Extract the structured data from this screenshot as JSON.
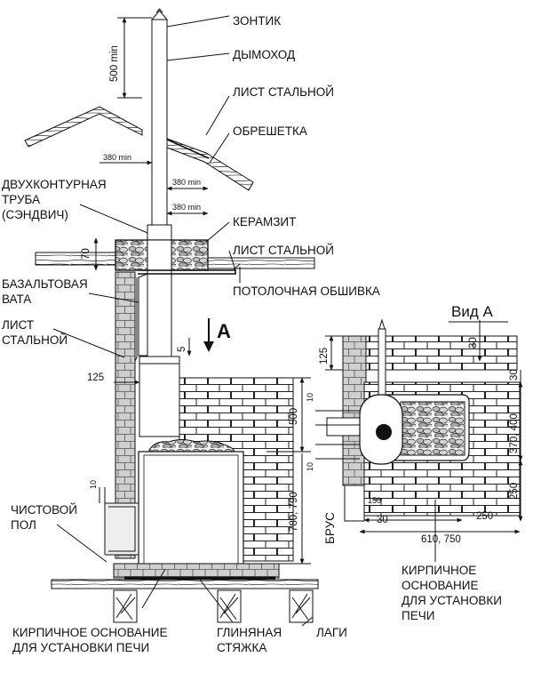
{
  "labels": {
    "zontik": "ЗОНТИК",
    "dymokhod": "ДЫМОХОД",
    "list_stalnoy_roof": "ЛИСТ СТАЛЬНОЙ",
    "obreshetka": "ОБРЕШЕТКА",
    "dvukh_1": "ДВУХКОНТУРНАЯ",
    "dvukh_2": "ТРУБА",
    "dvukh_3": "(СЭНДВИЧ)",
    "keramzit": "КЕРАМЗИТ",
    "list_stalnoy_ceiling": "ЛИСТ СТАЛЬНОЙ",
    "potolochnaya": "ПОТОЛОЧНАЯ ОБШИВКА",
    "bazalt_1": "БАЗАЛЬТОВАЯ",
    "bazalt_2": "ВАТА",
    "list_1": "ЛИСТ",
    "list_2": "СТАЛЬНОЙ",
    "chistovoy_1": "ЧИСТОВОЙ",
    "chistovoy_2": "ПОЛ",
    "kirp_left_1": "КИРПИЧНОЕ ОСНОВАНИЕ",
    "kirp_left_2": "ДЛЯ УСТАНОВКИ ПЕЧИ",
    "glina_1": "ГЛИНЯНАЯ",
    "glina_2": "СТЯЖКА",
    "lagi": "ЛАГИ",
    "brus": "БРУС",
    "kirp_right_1": "КИРПИЧНОЕ",
    "kirp_right_2": "ОСНОВАНИЕ",
    "kirp_right_3": "ДЛЯ УСТАНОВКИ",
    "kirp_right_4": "ПЕЧИ",
    "view_title": "Вид А",
    "arrow_letter": "A"
  },
  "dimensions": {
    "d500min": "500 min",
    "d380min_left": "380 min",
    "d380min_right": "380 min",
    "d380min_mid": "380 min",
    "d70": "70",
    "d5": "5",
    "d125_left": "125",
    "d500": "500",
    "d780_790": "780, 790",
    "d10_left": "10",
    "d125_view": "125",
    "d30_top": "30",
    "d30_right": "30",
    "d10_a": "10",
    "d10_b": "10",
    "d370_400": "370, 400",
    "d250_right": "250",
    "d150": "150",
    "d30_bottom": "30",
    "d250_bottom": "250",
    "d610_750": "610, 750"
  }
}
